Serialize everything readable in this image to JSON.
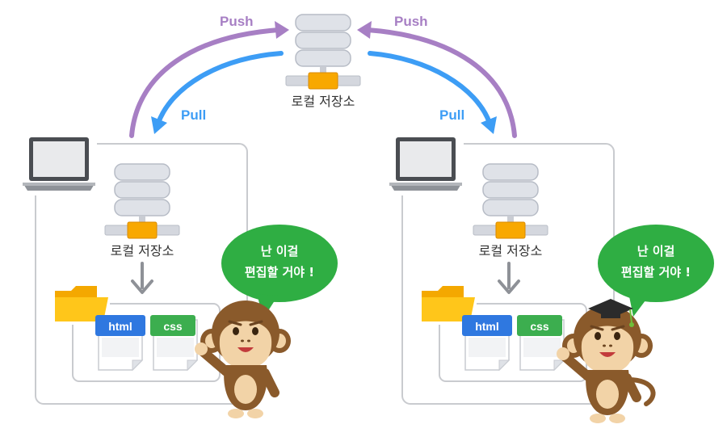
{
  "remote": {
    "label": "로컬 저장소"
  },
  "arrows": {
    "push_left": "Push",
    "push_right": "Push",
    "pull_left": "Pull",
    "pull_right": "Pull"
  },
  "left": {
    "repo_label": "로컬 저장소",
    "files": [
      "html",
      "css"
    ],
    "bubble": [
      "난 이걸",
      "편집할 거야 !"
    ]
  },
  "right": {
    "repo_label": "로컬 저장소",
    "files": [
      "html",
      "css"
    ],
    "bubble": [
      "난 이걸",
      "편집할 거야 !"
    ]
  },
  "colors": {
    "push": "#a77fc4",
    "pull": "#3d9df5",
    "bubble": "#2fae43",
    "html_tab": "#2f78e0",
    "css_tab": "#3cae4f",
    "folder": "#f5b400",
    "server_base": "#f59d00"
  }
}
